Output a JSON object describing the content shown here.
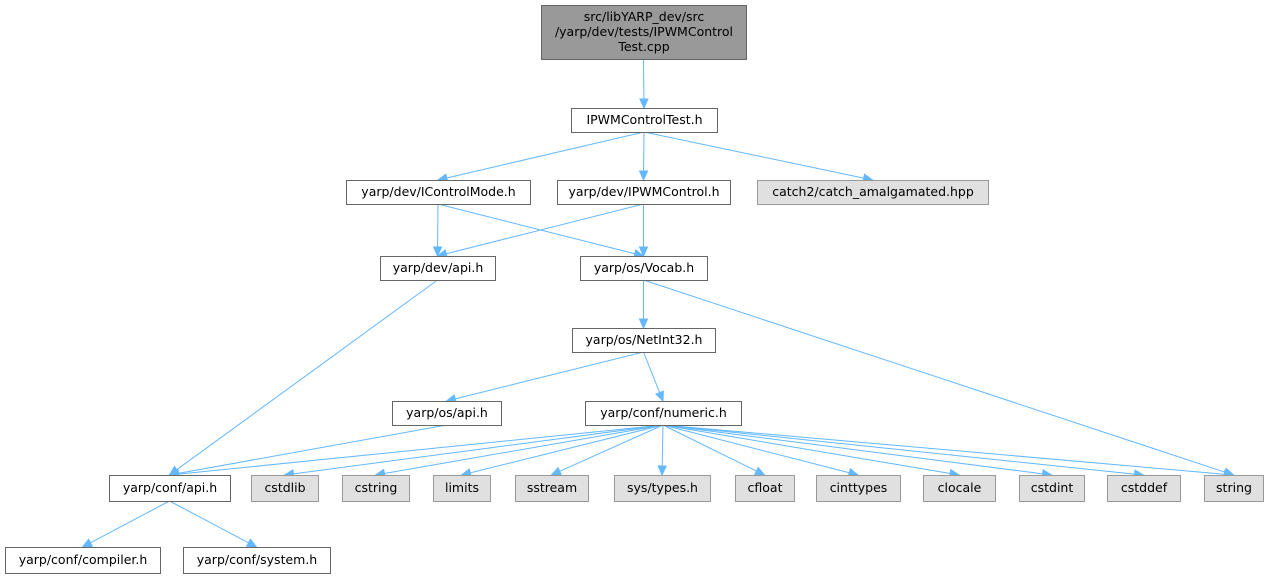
{
  "colors": {
    "edge": "#63b8ff",
    "root_fill": "#999999",
    "local_fill": "#ffffff",
    "system_fill": "#e0e0e0",
    "border": "#666666"
  },
  "nodes": [
    {
      "id": "root",
      "kind": "root",
      "lines": [
        "src/libYARP_dev/src",
        "/yarp/dev/tests/IPWMControl",
        "Test.cpp"
      ]
    },
    {
      "id": "ipwmtest",
      "kind": "local",
      "lines": [
        "IPWMControlTest.h"
      ]
    },
    {
      "id": "icontrolmode",
      "kind": "local",
      "lines": [
        "yarp/dev/IControlMode.h"
      ]
    },
    {
      "id": "ipwmcontrol",
      "kind": "local",
      "lines": [
        "yarp/dev/IPWMControl.h"
      ]
    },
    {
      "id": "catch2",
      "kind": "system",
      "lines": [
        "catch2/catch_amalgamated.hpp"
      ]
    },
    {
      "id": "devapi",
      "kind": "local",
      "lines": [
        "yarp/dev/api.h"
      ]
    },
    {
      "id": "vocab",
      "kind": "local",
      "lines": [
        "yarp/os/Vocab.h"
      ]
    },
    {
      "id": "netint32",
      "kind": "local",
      "lines": [
        "yarp/os/NetInt32.h"
      ]
    },
    {
      "id": "osapi",
      "kind": "local",
      "lines": [
        "yarp/os/api.h"
      ]
    },
    {
      "id": "numeric",
      "kind": "local",
      "lines": [
        "yarp/conf/numeric.h"
      ]
    },
    {
      "id": "confapi",
      "kind": "local",
      "lines": [
        "yarp/conf/api.h"
      ]
    },
    {
      "id": "cstdlib",
      "kind": "system",
      "lines": [
        "cstdlib"
      ]
    },
    {
      "id": "cstring",
      "kind": "system",
      "lines": [
        "cstring"
      ]
    },
    {
      "id": "limits",
      "kind": "system",
      "lines": [
        "limits"
      ]
    },
    {
      "id": "sstream",
      "kind": "system",
      "lines": [
        "sstream"
      ]
    },
    {
      "id": "systypes",
      "kind": "system",
      "lines": [
        "sys/types.h"
      ]
    },
    {
      "id": "cfloat",
      "kind": "system",
      "lines": [
        "cfloat"
      ]
    },
    {
      "id": "cinttypes",
      "kind": "system",
      "lines": [
        "cinttypes"
      ]
    },
    {
      "id": "clocale",
      "kind": "system",
      "lines": [
        "clocale"
      ]
    },
    {
      "id": "cstdint",
      "kind": "system",
      "lines": [
        "cstdint"
      ]
    },
    {
      "id": "cstddef",
      "kind": "system",
      "lines": [
        "cstddef"
      ]
    },
    {
      "id": "string",
      "kind": "system",
      "lines": [
        "string"
      ]
    },
    {
      "id": "compiler",
      "kind": "local",
      "lines": [
        "yarp/conf/compiler.h"
      ]
    },
    {
      "id": "system",
      "kind": "local",
      "lines": [
        "yarp/conf/system.h"
      ]
    }
  ],
  "edges": [
    [
      "root",
      "ipwmtest"
    ],
    [
      "ipwmtest",
      "icontrolmode"
    ],
    [
      "ipwmtest",
      "ipwmcontrol"
    ],
    [
      "ipwmtest",
      "catch2"
    ],
    [
      "icontrolmode",
      "devapi"
    ],
    [
      "icontrolmode",
      "vocab"
    ],
    [
      "ipwmcontrol",
      "devapi"
    ],
    [
      "ipwmcontrol",
      "vocab"
    ],
    [
      "devapi",
      "confapi"
    ],
    [
      "vocab",
      "netint32"
    ],
    [
      "vocab",
      "string"
    ],
    [
      "netint32",
      "osapi"
    ],
    [
      "netint32",
      "numeric"
    ],
    [
      "osapi",
      "confapi"
    ],
    [
      "numeric",
      "confapi"
    ],
    [
      "numeric",
      "cstdlib"
    ],
    [
      "numeric",
      "cstring"
    ],
    [
      "numeric",
      "limits"
    ],
    [
      "numeric",
      "sstream"
    ],
    [
      "numeric",
      "systypes"
    ],
    [
      "numeric",
      "cfloat"
    ],
    [
      "numeric",
      "cinttypes"
    ],
    [
      "numeric",
      "clocale"
    ],
    [
      "numeric",
      "cstdint"
    ],
    [
      "numeric",
      "cstddef"
    ],
    [
      "numeric",
      "string"
    ],
    [
      "confapi",
      "compiler"
    ],
    [
      "confapi",
      "system"
    ]
  ]
}
